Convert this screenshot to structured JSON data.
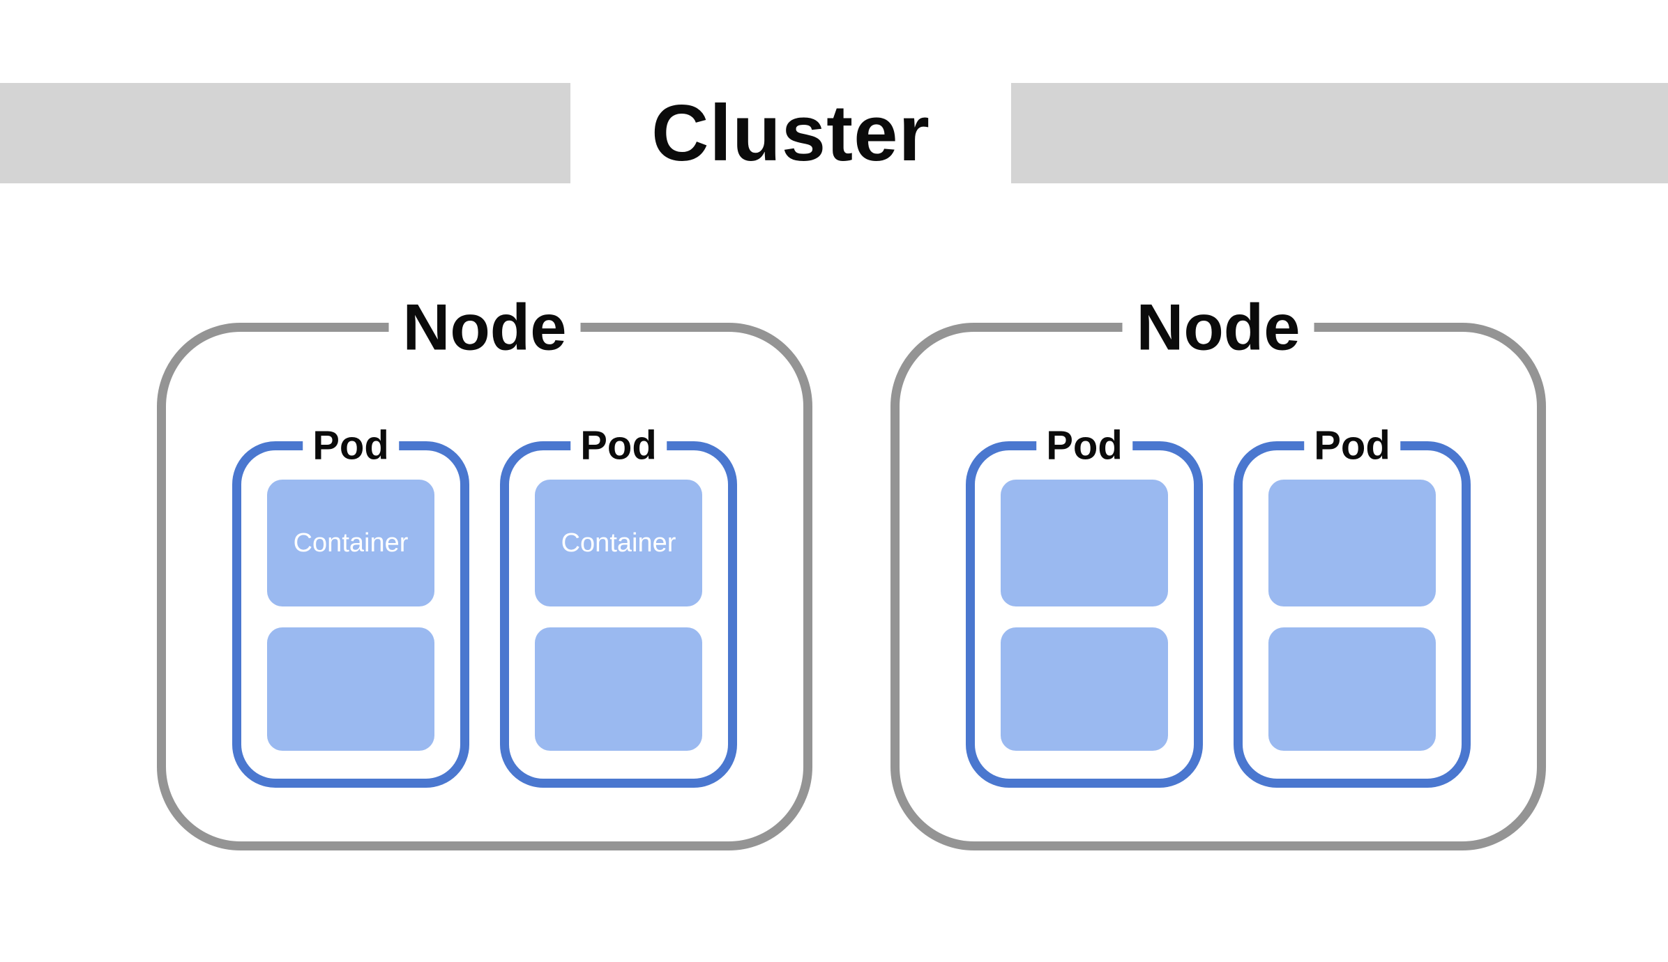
{
  "diagram": {
    "title": "Cluster",
    "colors": {
      "header_bar": "#d4d4d4",
      "node_border": "#949494",
      "pod_border": "#4a77cf",
      "container_fill": "#9ab9f0",
      "container_text": "#ffffff",
      "label_text": "#0b0b0b",
      "background": "#ffffff"
    },
    "nodes": [
      {
        "label": "Node",
        "pods": [
          {
            "label": "Pod",
            "containers": [
              {
                "label": "Container"
              },
              {
                "label": ""
              }
            ]
          },
          {
            "label": "Pod",
            "containers": [
              {
                "label": "Container"
              },
              {
                "label": ""
              }
            ]
          }
        ]
      },
      {
        "label": "Node",
        "pods": [
          {
            "label": "Pod",
            "containers": [
              {
                "label": ""
              },
              {
                "label": ""
              }
            ]
          },
          {
            "label": "Pod",
            "containers": [
              {
                "label": ""
              },
              {
                "label": ""
              }
            ]
          }
        ]
      }
    ]
  }
}
